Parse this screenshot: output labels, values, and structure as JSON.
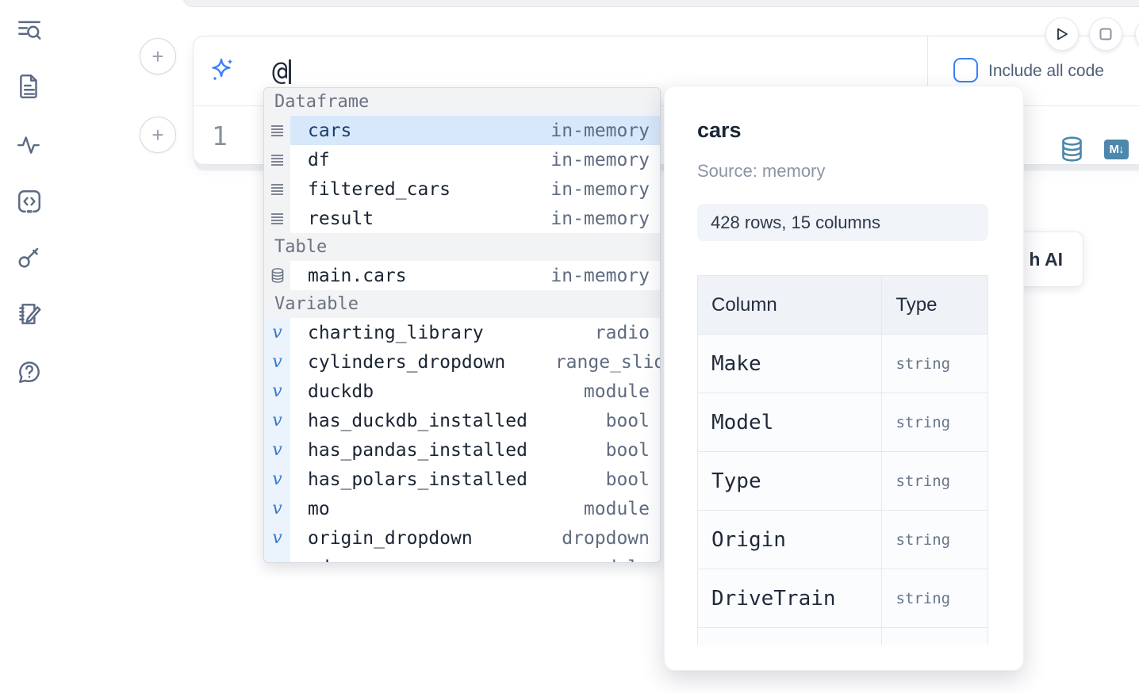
{
  "sidebar": {
    "icons": [
      "toc-search",
      "file",
      "activity",
      "snippets",
      "key",
      "scratchpad",
      "help"
    ]
  },
  "toolbar": {
    "icons": [
      "play",
      "stop"
    ]
  },
  "ai_prompt": {
    "input_value": "@",
    "include_all_code_label": "Include all code"
  },
  "cell": {
    "line_number": "1",
    "footer_icons": [
      "database",
      "markdown"
    ],
    "markdown_badge": "M↓"
  },
  "ai_button": {
    "label": "h AI"
  },
  "completion": {
    "sections": [
      {
        "label": "Dataframe",
        "kind": "dataframe",
        "items": [
          {
            "name": "cars",
            "type": "in-memory",
            "selected": true
          },
          {
            "name": "df",
            "type": "in-memory"
          },
          {
            "name": "filtered_cars",
            "type": "in-memory"
          },
          {
            "name": "result",
            "type": "in-memory"
          }
        ]
      },
      {
        "label": "Table",
        "kind": "table",
        "items": [
          {
            "name": "main.cars",
            "type": "in-memory"
          }
        ]
      },
      {
        "label": "Variable",
        "kind": "variable",
        "items": [
          {
            "name": "charting_library",
            "type": "radio"
          },
          {
            "name": "cylinders_dropdown",
            "type": "range_slider",
            "type_clipped": true
          },
          {
            "name": "duckdb",
            "type": "module"
          },
          {
            "name": "has_duckdb_installed",
            "type": "bool"
          },
          {
            "name": "has_pandas_installed",
            "type": "bool"
          },
          {
            "name": "has_polars_installed",
            "type": "bool"
          },
          {
            "name": "mo",
            "type": "module"
          },
          {
            "name": "origin_dropdown",
            "type": "dropdown"
          },
          {
            "name": "pd",
            "type": "module",
            "partial": true
          }
        ]
      }
    ]
  },
  "preview": {
    "title": "cars",
    "source": "Source: memory",
    "shape": "428 rows, 15 columns",
    "table": {
      "headers": [
        "Column",
        "Type"
      ],
      "rows": [
        [
          "Make",
          "string"
        ],
        [
          "Model",
          "string"
        ],
        [
          "Type",
          "string"
        ],
        [
          "Origin",
          "string"
        ],
        [
          "DriveTrain",
          "string"
        ]
      ],
      "partial_row": true
    }
  },
  "colors": {
    "accent_blue": "#3b82f6",
    "steel_blue": "#4d87ab",
    "selection_bg": "#d7e8fa",
    "icon_gray": "#5b6a84"
  }
}
